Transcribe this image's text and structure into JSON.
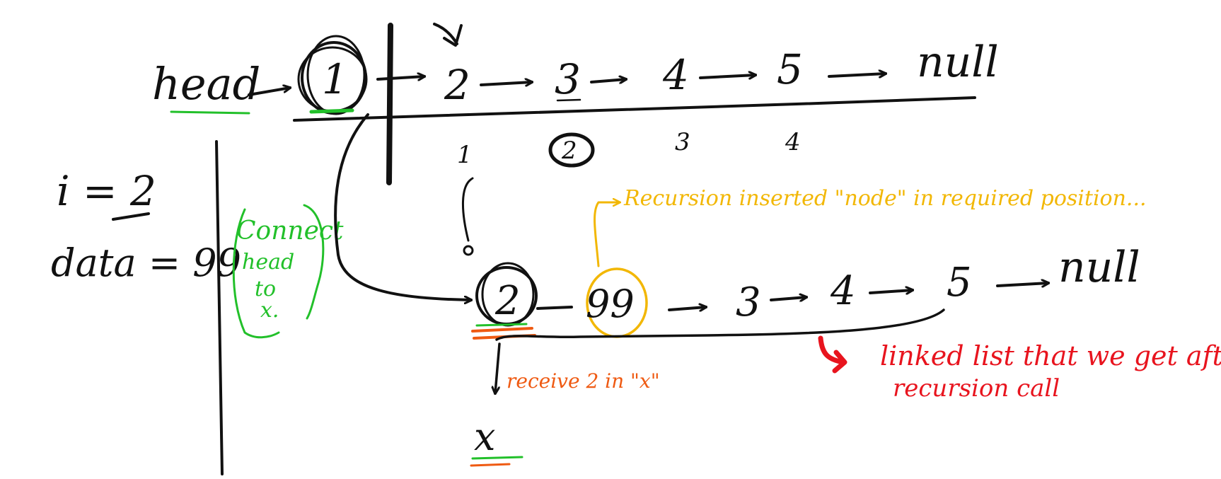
{
  "top_list": {
    "head_label": "head",
    "nodes": [
      "1",
      "2",
      "3",
      "4",
      "5"
    ],
    "null_label": "null"
  },
  "index_labels": [
    "1",
    "2",
    "3",
    "4"
  ],
  "params": {
    "i_label": "i = 2",
    "data_label": "data = 99"
  },
  "notes": {
    "connect": [
      "Connect",
      "head",
      "to",
      "x."
    ],
    "recursion": "Recursion inserted \"node\" in required position...",
    "receive": "receive 2 in \"x\"",
    "result": [
      "linked list that we get after",
      "recursion call"
    ]
  },
  "bottom_list": {
    "nodes": [
      "2",
      "99",
      "3",
      "4",
      "5"
    ],
    "null_label": "null",
    "x_label": "x"
  },
  "colors": {
    "ink": "#111111",
    "green": "#22c02a",
    "yellow": "#f2b705",
    "orange": "#ef5a12",
    "red": "#e8141e"
  }
}
